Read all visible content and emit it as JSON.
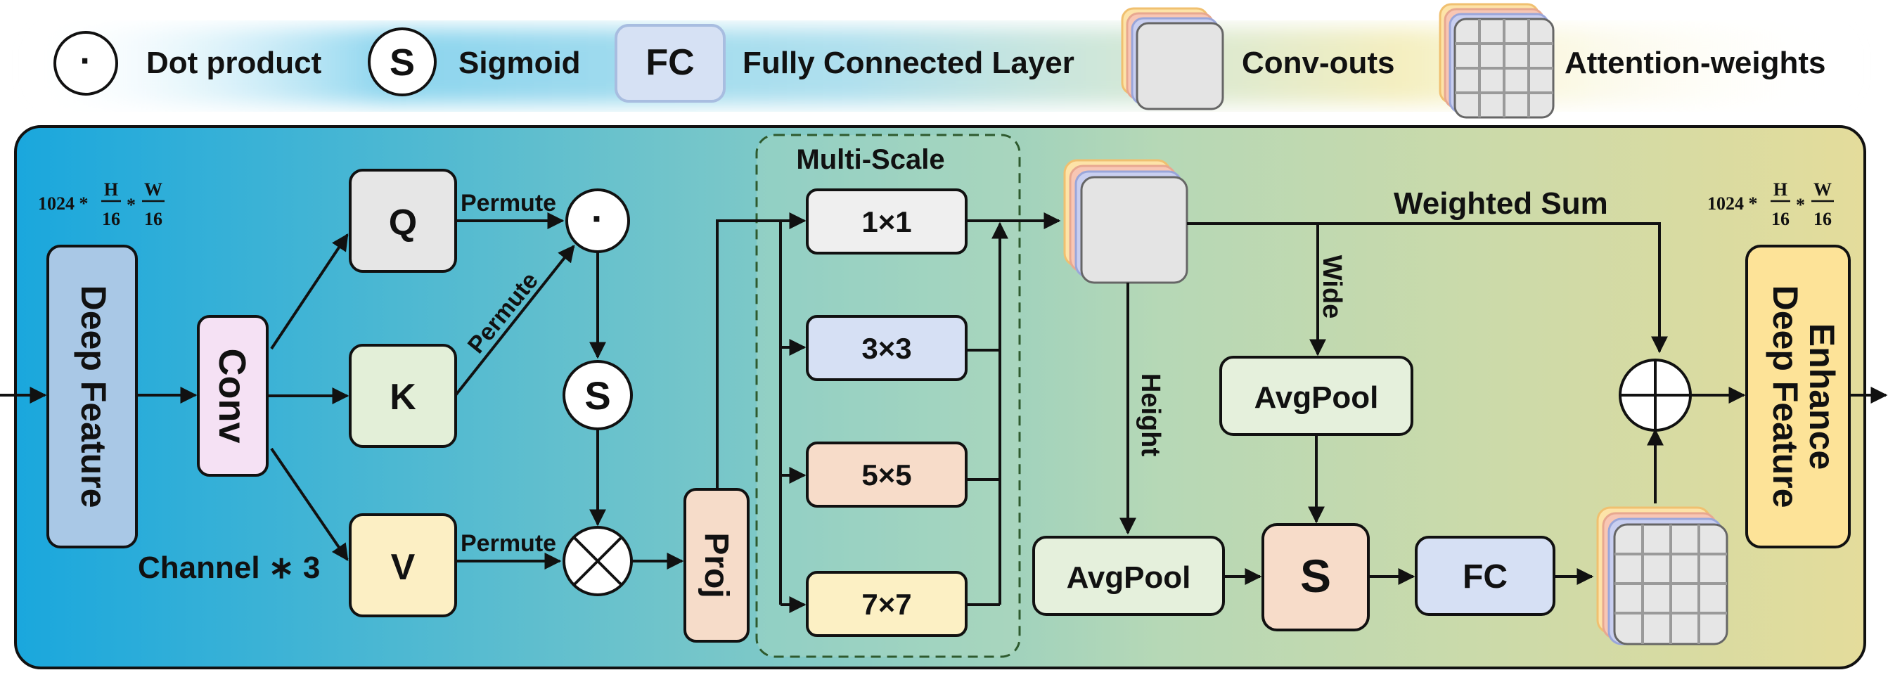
{
  "legend": {
    "dot_symbol": "·",
    "dot_label": "Dot product",
    "sigmoid_symbol": "S",
    "sigmoid_label": "Sigmoid",
    "fc_symbol": "FC",
    "fc_label": "Fully Connected Layer",
    "convouts_label": "Conv-outs",
    "attention_label": "Attention-weights"
  },
  "input": {
    "dim_prefix": "1024 *",
    "dim_h": "H",
    "dim_w": "W",
    "dim_den": "16",
    "dim_star": "*",
    "block_label": "Deep Feature"
  },
  "attention": {
    "conv_label": "Conv",
    "q_label": "Q",
    "k_label": "K",
    "v_label": "V",
    "channel_label": "Channel ∗ 3",
    "permute_q": "Permute",
    "permute_k": "Permute",
    "permute_v": "Permute",
    "dot_symbol": "·",
    "sigmoid_symbol": "S",
    "proj_label": "Proj"
  },
  "multiscale": {
    "title": "Multi-Scale",
    "kernels": [
      "1×1",
      "3×3",
      "5×5",
      "7×7"
    ]
  },
  "fusion": {
    "weighted_sum_label": "Weighted Sum",
    "wide_label": "Wide",
    "height_label": "Height",
    "avgpool_wide": "AvgPool",
    "avgpool_height": "AvgPool",
    "sigmoid_symbol": "S",
    "fc_label": "FC"
  },
  "output": {
    "dim_prefix": "1024 *",
    "dim_h": "H",
    "dim_w": "W",
    "dim_den": "16",
    "dim_star": "*",
    "block_label_line1": "Enhance",
    "block_label_line2": "Deep Feature"
  },
  "colors": {
    "panel_left": "#1ba8dc",
    "panel_mid": "#b7d9b9",
    "panel_right": "#e3dc9a",
    "legend_glow": "#5bc6e6",
    "fc_fill": "#d6e1f4",
    "q_fill": "#e6e6e6",
    "k_fill": "#e3efd8",
    "v_fill": "#fcefc4",
    "conv_fill": "#f5e1f4",
    "deep_fill": "#a9c8e6",
    "proj_fill": "#f6dcc9",
    "k1_fill": "#efefef",
    "k3_fill": "#d6e0f4",
    "k5_fill": "#f7dcc9",
    "k7_fill": "#fcf0c4",
    "avgpool_fill": "#e5f0dc",
    "sig_fill": "#f7dcc9",
    "enhance_fill": "#fde398"
  }
}
